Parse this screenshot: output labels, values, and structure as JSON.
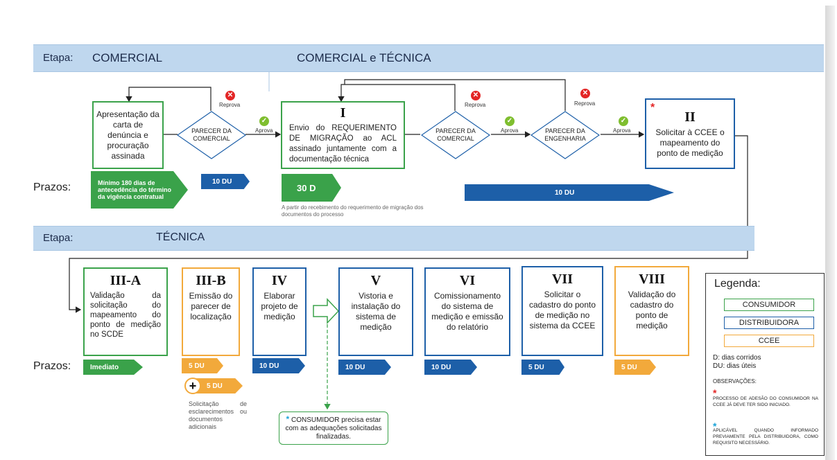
{
  "stage_label": "Etapa:",
  "stage1_name": "COMERCIAL",
  "stage2_name": "COMERCIAL e TÉCNICA",
  "stage3_name": "TÉCNICA",
  "prazos_label": "Prazos:",
  "box_carta": "Apresentação da carta de denúncia e procuração assinada",
  "diamond_comercial_1": "PARECER DA COMERCIAL",
  "diamond_comercial_2": "PARECER DA COMERCIAL",
  "diamond_engenharia": "PARECER DA ENGENHARIA",
  "reprova": "Reprova",
  "aprova": "Aprova",
  "box_I_num": "I",
  "box_I_text": "Envio do REQUERIMENTO DE MIGRAÇÃO ao ACL assinado juntamente com a documentação técnica",
  "box_II_num": "II",
  "box_II_text": "Solicitar à CCEE o mapeamento do ponto de medição",
  "tag_minimo": "Mínimo 180 dias de antecedência do término da vigência contratual",
  "tag_10du_a": "10 DU",
  "tag_30d": "30 D",
  "tag_10du_b": "10 DU",
  "note_30d": "A partir do recebimento do requerimento de migração dos documentos do processo",
  "box_IIIA_num": "III-A",
  "box_IIIA_text": "Validação da solicitação do mapeamento do ponto de medição no SCDE",
  "box_IIIB_num": "III-B",
  "box_IIIB_text": "Emissão do parecer de localização",
  "box_IV_num": "IV",
  "box_IV_text": "Elaborar projeto de medição",
  "box_V_num": "V",
  "box_V_text": "Vistoria e instalação do sistema de medição",
  "box_VI_num": "VI",
  "box_VI_text": "Comissionamento do sistema de medição e emissão do relatório",
  "box_VII_num": "VII",
  "box_VII_text": "Solicitar o cadastro do ponto de medição no sistema da CCEE",
  "box_VIII_num": "VIII",
  "box_VIII_text": "Validação do cadastro do ponto de medição",
  "tag_imediato": "Imediato",
  "tag_IIIB": "5 DU",
  "tag_IV": "10 DU",
  "tag_V": "10 DU",
  "tag_VI": "10 DU",
  "tag_VII": "5 DU",
  "tag_VIII": "5 DU",
  "tag_plus": "5 DU",
  "note_plus": "Solicitação de esclarecimentos ou documentos adicionais",
  "note_consumidor_star": "*",
  "note_consumidor": "CONSUMIDOR precisa estar com as adequações solicitadas finalizadas.",
  "legend": {
    "title": "Legenda:",
    "consumidor": "CONSUMIDOR",
    "distribuidora": "DISTRIBUIDORA",
    "ccee": "CCEE",
    "d": "D: dias corridos",
    "du": "DU: dias úteis",
    "obs": "OBSERVAÇÕES:",
    "obs1": "PROCESSO DE ADESÃO DO CONSUMIDOR NA CCEE JÁ DEVE TER SIDO INICIADO.",
    "obs2": "APLICÁVEL QUANDO INFORMADO PREVIAMENTE PELA DISTRIBUIDORA, COMO REQUISITO NECESSÁRIO."
  },
  "colors": {
    "consumidor": "#3aa24a",
    "distribuidora": "#1d5fa8",
    "ccee": "#f2a93b",
    "band": "#bfd7ee",
    "reprova": "#e32626",
    "aprova": "#7fbe2f"
  }
}
